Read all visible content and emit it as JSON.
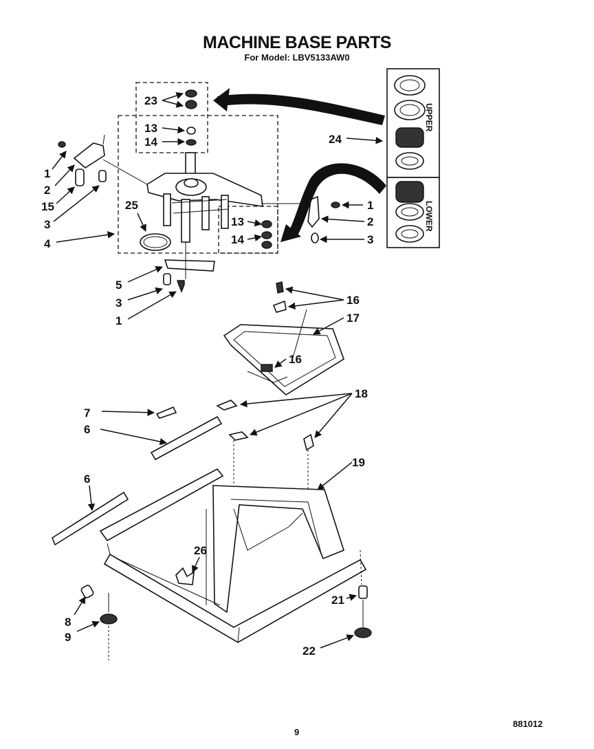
{
  "page": {
    "title": "MACHINE BASE PARTS",
    "subtitle": "For Model: LBV5133AW0",
    "page_number": "9",
    "doc_code": "881012"
  },
  "kit_labels": {
    "upper": "UPPER",
    "lower": "LOWER"
  },
  "callouts": {
    "c23": "23",
    "c13a": "13",
    "c14a": "14",
    "c1a": "1",
    "c2a": "2",
    "c15": "15",
    "c3a": "3",
    "c4": "4",
    "c25": "25",
    "c13b": "13",
    "c14b": "14",
    "c24": "24",
    "c1b": "1",
    "c2b": "2",
    "c3b": "3",
    "c5": "5",
    "c3c": "3",
    "c1c": "1",
    "c16a": "16",
    "c17": "17",
    "c16b": "16",
    "c7": "7",
    "c6a": "6",
    "c18": "18",
    "c19": "19",
    "c6b": "6",
    "c26": "26",
    "c21": "21",
    "c8": "8",
    "c9": "9",
    "c22": "22"
  }
}
